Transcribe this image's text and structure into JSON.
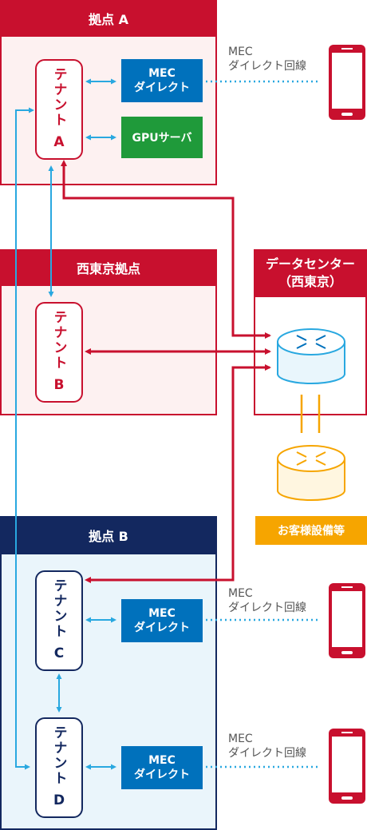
{
  "site_a": {
    "title": "拠点 A"
  },
  "site_west": {
    "title": "西東京拠点"
  },
  "site_b": {
    "title": "拠点 B"
  },
  "datacenter": {
    "title_line1": "データセンター",
    "title_line2": "（西東京）"
  },
  "customer_equipment": {
    "label": "お客様設備等"
  },
  "tenants": {
    "a": {
      "name": "テナント",
      "suffix": "A"
    },
    "b": {
      "name": "テナント",
      "suffix": "B"
    },
    "c": {
      "name": "テナント",
      "suffix": "C"
    },
    "d": {
      "name": "テナント",
      "suffix": "D"
    }
  },
  "mec_box": {
    "line1": "MEC",
    "line2": "ダイレクト"
  },
  "gpu_server": {
    "label": "GPUサーバ"
  },
  "mec_link_label": {
    "line1": "MEC",
    "line2": "ダイレクト回線"
  },
  "colors": {
    "red": "#c8102e",
    "navy": "#13285f",
    "blue": "#0071bc",
    "cyan": "#29a8e0",
    "green": "#1f9a3a",
    "orange": "#f6a500"
  }
}
